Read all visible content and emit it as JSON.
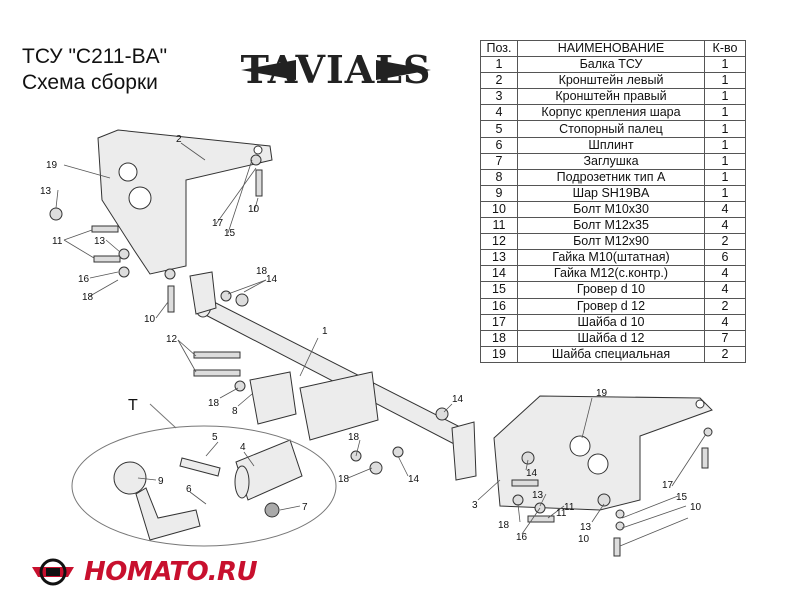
{
  "title": {
    "line1": "ТСУ  \"C211-BA\"",
    "line2": "Схема сборки"
  },
  "brand_logo": "TAVIALS",
  "footer_logo": "HOMATO.RU",
  "table": {
    "headers": [
      "Поз.",
      "НАИМЕНОВАНИЕ",
      "К-во"
    ],
    "rows": [
      [
        "1",
        "Балка ТСУ",
        "1"
      ],
      [
        "2",
        "Кронштейн левый",
        "1"
      ],
      [
        "3",
        "Кронштейн правый",
        "1"
      ],
      [
        "4",
        "Корпус крепления шара",
        "1"
      ],
      [
        "5",
        "Стопорный палец",
        "1"
      ],
      [
        "6",
        "Шплинт",
        "1"
      ],
      [
        "7",
        "Заглушка",
        "1"
      ],
      [
        "8",
        "Подрозетник тип А",
        "1"
      ],
      [
        "9",
        "Шар SH19BA",
        "1"
      ],
      [
        "10",
        "Болт М10х30",
        "4"
      ],
      [
        "11",
        "Болт М12х35",
        "4"
      ],
      [
        "12",
        "Болт М12х90",
        "2"
      ],
      [
        "13",
        "Гайка М10(штатная)",
        "6"
      ],
      [
        "14",
        "Гайка М12(с.контр.)",
        "4"
      ],
      [
        "15",
        "Гровер d 10",
        "4"
      ],
      [
        "16",
        "Гровер d 12",
        "2"
      ],
      [
        "17",
        "Шайба d 10",
        "4"
      ],
      [
        "18",
        "Шайба d 12",
        "7"
      ],
      [
        "19",
        "Шайба специальная",
        "2"
      ]
    ]
  },
  "callouts": {
    "c1": "1",
    "c2": "2",
    "c3": "3",
    "c4": "4",
    "c5": "5",
    "c6": "6",
    "c7": "7",
    "c8": "8",
    "c9": "9",
    "c10a": "10",
    "c10b": "10",
    "c10c": "10",
    "c10d": "10",
    "c11a": "11",
    "c11b": "11",
    "c11c": "11",
    "c12": "12",
    "c13a": "13",
    "c13b": "13",
    "c13c": "13",
    "c13d": "13",
    "c14a": "14",
    "c14b": "14",
    "c14c": "14",
    "c14d": "14",
    "c15a": "15",
    "c15b": "15",
    "c16a": "16",
    "c16b": "16",
    "c17a": "17",
    "c17b": "17",
    "c18a": "18",
    "c18b": "18",
    "c18c": "18",
    "c18d": "18",
    "c18e": "18",
    "c18f": "18",
    "c19a": "19",
    "c19b": "19",
    "cT": "T"
  },
  "colors": {
    "part_fill": "#ececec",
    "part_stroke": "#333333",
    "brand_red": "#c8102e"
  }
}
